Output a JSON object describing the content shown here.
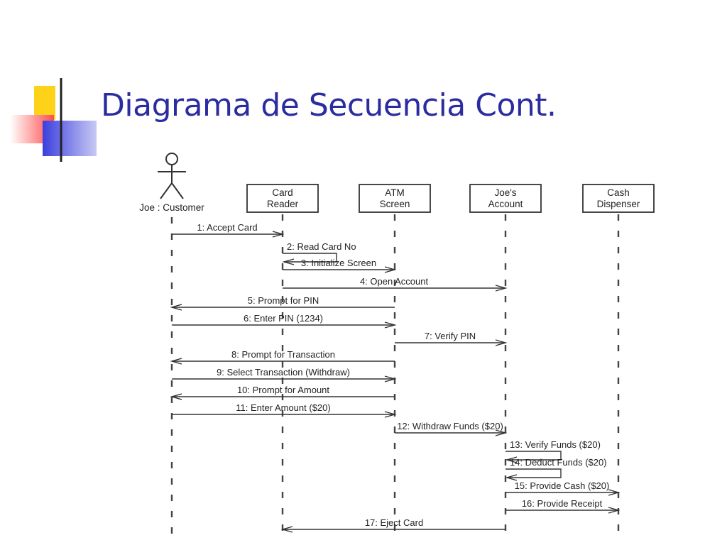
{
  "slide": {
    "title": "Diagrama de Secuencia Cont."
  },
  "colors": {
    "title": "#2b2ca0",
    "accent_yellow": "#ffd21a",
    "accent_blue": "#3b3fdc",
    "accent_red": "#ff4c4c"
  },
  "diagram": {
    "actor": {
      "label": "Joe : Customer"
    },
    "objects": [
      {
        "lines": [
          "Card",
          "Reader"
        ]
      },
      {
        "lines": [
          "ATM",
          "Screen"
        ]
      },
      {
        "lines": [
          "Joe's",
          "Account"
        ]
      },
      {
        "lines": [
          "Cash",
          "Dispenser"
        ]
      }
    ],
    "messages": [
      {
        "from": 0,
        "to": 1,
        "label": "1: Accept Card"
      },
      {
        "from": 1,
        "to": 1,
        "label": "2: Read Card No"
      },
      {
        "from": 1,
        "to": 2,
        "label": "3: Initialize Screen"
      },
      {
        "from": 1,
        "to": 3,
        "label": "4: Open Account"
      },
      {
        "from": 2,
        "to": 0,
        "label": "5: Prompt for PIN"
      },
      {
        "from": 0,
        "to": 2,
        "label": "6: Enter PIN (1234)"
      },
      {
        "from": 2,
        "to": 3,
        "label": "7: Verify PIN"
      },
      {
        "from": 2,
        "to": 0,
        "label": "8: Prompt for Transaction"
      },
      {
        "from": 0,
        "to": 2,
        "label": "9: Select Transaction (Withdraw)"
      },
      {
        "from": 2,
        "to": 0,
        "label": "10: Prompt for Amount"
      },
      {
        "from": 0,
        "to": 2,
        "label": "11: Enter Amount ($20)"
      },
      {
        "from": 2,
        "to": 3,
        "label": "12: Withdraw Funds ($20)"
      },
      {
        "from": 3,
        "to": 3,
        "label": "13: Verify Funds ($20)"
      },
      {
        "from": 3,
        "to": 3,
        "label": "14: Deduct Funds ($20)"
      },
      {
        "from": 3,
        "to": 4,
        "label": "15: Provide Cash ($20)"
      },
      {
        "from": 3,
        "to": 4,
        "label": "16: Provide Receipt"
      },
      {
        "from": 3,
        "to": 1,
        "label": "17: Eject Card"
      }
    ]
  }
}
